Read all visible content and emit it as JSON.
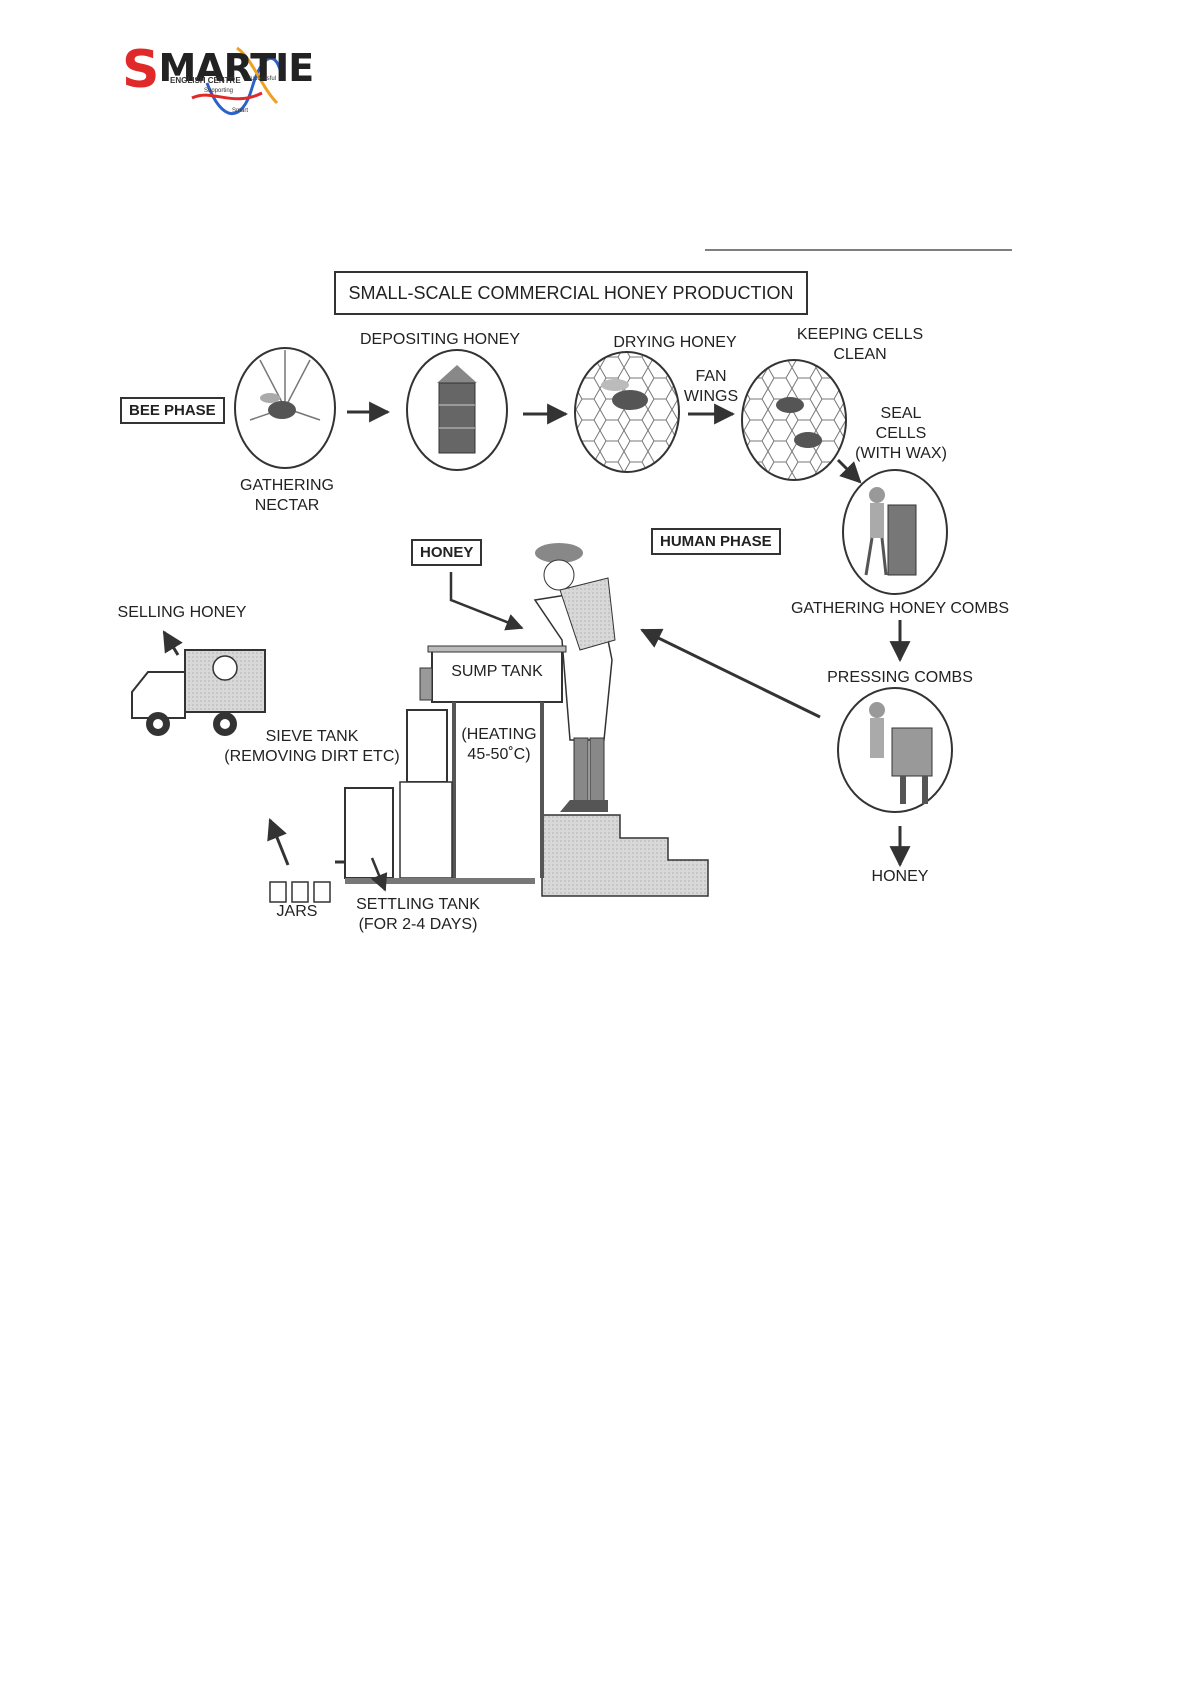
{
  "logo": {
    "wordmark_initial": "S",
    "wordmark_rest": "MARTIE",
    "subtitle": "ENGLISH CENTRE",
    "tag_successful": "Successful",
    "tag_supporting": "Supporting",
    "tag_smart": "Smart",
    "colors": {
      "red": "#e02a2a",
      "blue": "#2a62c9",
      "orange": "#f0a020"
    }
  },
  "diagram": {
    "title": "SMALL-SCALE COMMERCIAL HONEY PRODUCTION",
    "phases": {
      "bee": "BEE PHASE",
      "human": "HUMAN  PHASE"
    },
    "steps": {
      "gathering_nectar": "GATHERING\nNECTAR",
      "depositing_honey": "DEPOSITING HONEY",
      "drying_honey": "DRYING HONEY",
      "fan_wings": "FAN\nWINGS",
      "keeping_cells_clean": "KEEPING CELLS\nCLEAN",
      "seal_cells": "SEAL\nCELLS\n(WITH WAX)",
      "gathering_honey_combs": "GATHERING HONEY COMBS",
      "pressing_combs": "PRESSING COMBS",
      "honey_output": "HONEY",
      "honey_box": "HONEY",
      "sump_tank": "SUMP TANK",
      "heating": "(HEATING\n45-50˚C)",
      "sieve_tank": "SIEVE TANK\n(REMOVING DIRT ETC)",
      "settling_tank": "SETTLING TANK\n(FOR 2-4 DAYS)",
      "jars": "JARS",
      "selling_honey": "SELLING HONEY"
    }
  }
}
